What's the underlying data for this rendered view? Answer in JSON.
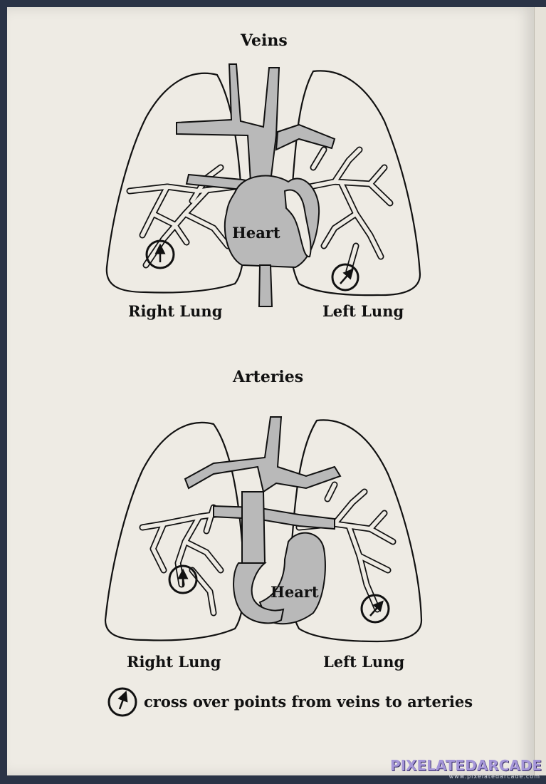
{
  "veins_diagram": {
    "title": "Veins",
    "heart_label": "Heart",
    "right_lung_label": "Right Lung",
    "left_lung_label": "Left Lung"
  },
  "arteries_diagram": {
    "title": "Arteries",
    "heart_label": "Heart",
    "right_lung_label": "Right Lung",
    "left_lung_label": "Left Lung"
  },
  "legend": {
    "text": "cross over points from veins to arteries",
    "icon": "crossover-arrow-circle-icon"
  },
  "watermark": {
    "brand": "PIXELATEDARCADE",
    "url": "www.pixelatedarcade.com"
  },
  "colors": {
    "paper": "#eeebe4",
    "vessel_gray": "#b9b9b9",
    "ink": "#111111",
    "watermark": "#a596d8"
  }
}
